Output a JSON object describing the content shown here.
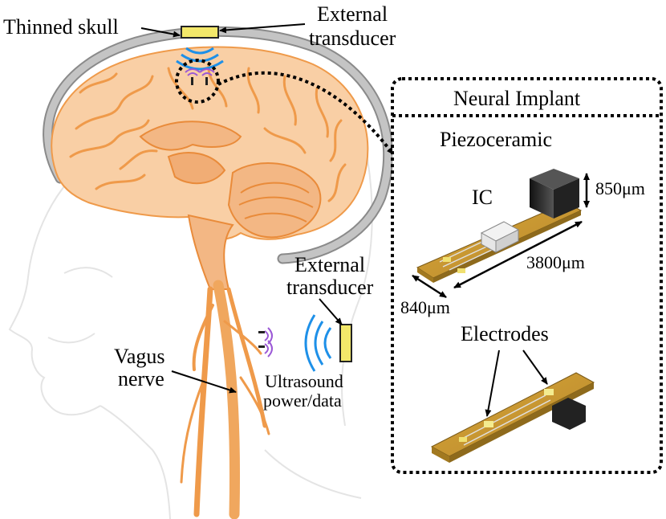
{
  "labels": {
    "thinned_skull": "Thinned skull",
    "external_transducer_top": [
      "External",
      "transducer"
    ],
    "external_transducer_bottom": [
      "External",
      "transducer"
    ],
    "vagus_nerve": [
      "Vagus",
      "nerve"
    ],
    "ultrasound": [
      "Ultrasound",
      "power/data"
    ]
  },
  "inset": {
    "title": "Neural Implant",
    "piezoceramic": "Piezoceramic",
    "ic": "IC",
    "electrodes": "Electrodes",
    "dim_height": "850μm",
    "dim_length": "3800μm",
    "dim_width": "840μm"
  },
  "colors": {
    "brain": "#f7c9a0",
    "vessels": "#ef9a4a",
    "skull": "#b8b8b8",
    "transducer": "#f3e86a",
    "waves_blue": "#1e90e8",
    "waves_purple": "#9b59d6",
    "pcb": "#c9962a",
    "piezo": "#2b2b2b"
  }
}
